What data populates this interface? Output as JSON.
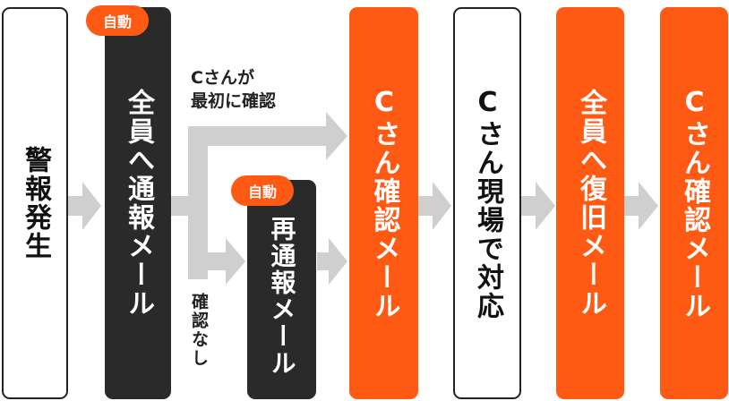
{
  "colors": {
    "accent": "#ff5a14",
    "dark": "#2a2a2a",
    "arrow": "#cfcfcf"
  },
  "steps": {
    "alarm": "警報発生",
    "notify_all": "全員へ通報メール",
    "resend": "再通報メール",
    "c_confirm_1": "Cさん確認メール",
    "c_onsite": "Cさん現場で対応",
    "restore_all": "全員へ復旧メール",
    "c_confirm_2": "Cさん確認メール"
  },
  "badges": {
    "auto_1": "自動",
    "auto_2": "自動"
  },
  "branches": {
    "confirmed_line1": "Cさんが",
    "confirmed_line2": "最初に確認",
    "not_confirmed": "確認なし"
  }
}
